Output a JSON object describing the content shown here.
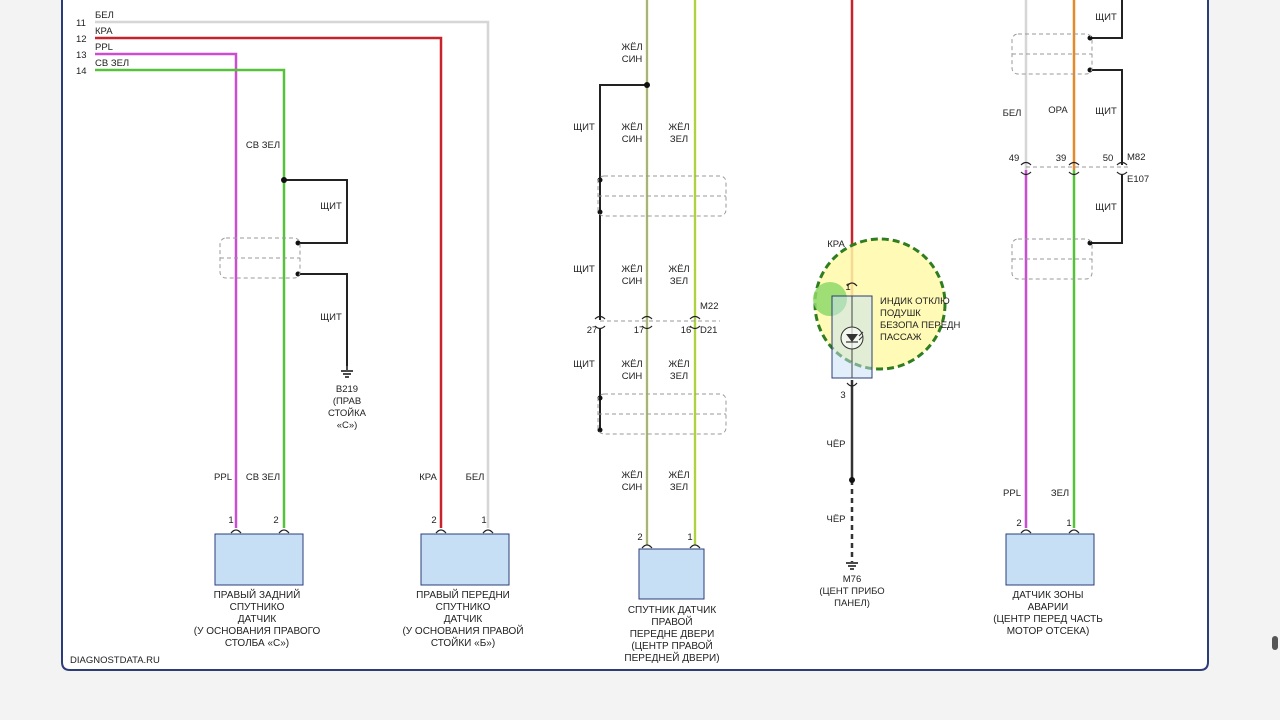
{
  "source": "DIAGNOSTDATA.RU",
  "colors": {
    "white": "#d6d6d6",
    "red": "#c8232b",
    "purple": "#c94fd0",
    "green": "#56c23a",
    "yellow": "#e4de4a",
    "orange": "#e48a2a",
    "black": "#333333",
    "panel_border": "#2b3c78",
    "component_fill": "#c6dff5",
    "highlight_fill": "#fff9a8",
    "highlight_ring": "#2e7d1e"
  },
  "header": {
    "pin11": "11",
    "wire11": "БЕЛ",
    "pin12": "12",
    "wire12": "КРА",
    "pin13": "13",
    "wire13": "PPL",
    "pin14": "14",
    "wire14": "СВ ЗЕЛ"
  },
  "left": {
    "green_label": "СВ ЗЕЛ",
    "shield1": "ЩИТ",
    "shield2": "ЩИТ",
    "ground_id": "B219",
    "ground_l1": "(ПРАВ",
    "ground_l2": "СТОЙКА",
    "ground_l3": "«С»)"
  },
  "sensor_rear": {
    "wire1": "PPL",
    "wire2": "СВ ЗЕЛ",
    "pin1": "1",
    "pin2": "2",
    "l1": "ПРАВЫЙ ЗАДНИЙ",
    "l2": "СПУТНИКО",
    "l3": "ДАТЧИК",
    "l4": "(У ОСНОВАНИЯ ПРАВОГО",
    "l5": "СТОЛБА «С»)"
  },
  "sensor_front": {
    "wire1": "КРА",
    "wire2": "БЕЛ",
    "pin1": "2",
    "pin2": "1",
    "l1": "ПРАВЫЙ ПЕРЕДНИ",
    "l2": "СПУТНИКО",
    "l3": "ДАТЧИК",
    "l4": "(У ОСНОВАНИЯ ПРАВОЙ",
    "l5": "СТОЙКИ «Б»)"
  },
  "door": {
    "top_yb_1": "ЖЁЛ",
    "top_yb_2": "СИН",
    "shield_a": "ЩИТ",
    "yb_a1": "ЖЁЛ",
    "yb_a2": "СИН",
    "yg_a1": "ЖЁЛ",
    "yg_a2": "ЗЕЛ",
    "shield_b": "ЩИТ",
    "yb_b1": "ЖЁЛ",
    "yb_b2": "СИН",
    "yg_b1": "ЖЁЛ",
    "yg_b2": "ЗЕЛ",
    "conn_top": "M22",
    "conn_bot": "D21",
    "pin27": "27",
    "pin17": "17",
    "pin16": "16",
    "shield_c": "ЩИТ",
    "yb_c1": "ЖЁЛ",
    "yb_c2": "СИН",
    "yg_c1": "ЖЁЛ",
    "yg_c2": "ЗЕЛ",
    "yb_d1": "ЖЁЛ",
    "yb_d2": "СИН",
    "yg_d1": "ЖЁЛ",
    "yg_d2": "ЗЕЛ",
    "pin2": "2",
    "pin1": "1",
    "l1": "СПУТНИК ДАТЧИК",
    "l2": "ПРАВОЙ",
    "l3": "ПЕРЕДНЕ ДВЕРИ",
    "l4": "(ЦЕНТР ПРАВОЙ",
    "l5": "ПЕРЕДНЕЙ ДВЕРИ)"
  },
  "indicator": {
    "wire_top": "КРА",
    "pin1": "1",
    "pin3": "3",
    "l1": "ИНДИК ОТКЛЮ",
    "l2": "ПОДУШК",
    "l3": "БЕЗОПА ПЕРЕДН",
    "l4": "ПАССАЖ",
    "wire_b1": "ЧЁР",
    "wire_b2": "ЧЁР",
    "ground_id": "M76",
    "g1": "(ЦЕНТ ПРИБО",
    "g2": "ПАНЕЛ)"
  },
  "crash": {
    "shield_top": "ЩИТ",
    "white": "БЕЛ",
    "orange": "ОРА",
    "shield_mid": "ЩИТ",
    "pin49": "49",
    "pin39": "39",
    "pin50": "50",
    "conn_top": "M82",
    "conn_bot": "E107",
    "shield_low": "ЩИТ",
    "wire_ppl": "PPL",
    "wire_green": "ЗЕЛ",
    "pin2": "2",
    "pin1": "1",
    "l1": "ДАТЧИК ЗОНЫ",
    "l2": "АВАРИИ",
    "l3": "(ЦЕНТР ПЕРЕД ЧАСТЬ",
    "l4": "МОТОР ОТСЕКА)"
  }
}
